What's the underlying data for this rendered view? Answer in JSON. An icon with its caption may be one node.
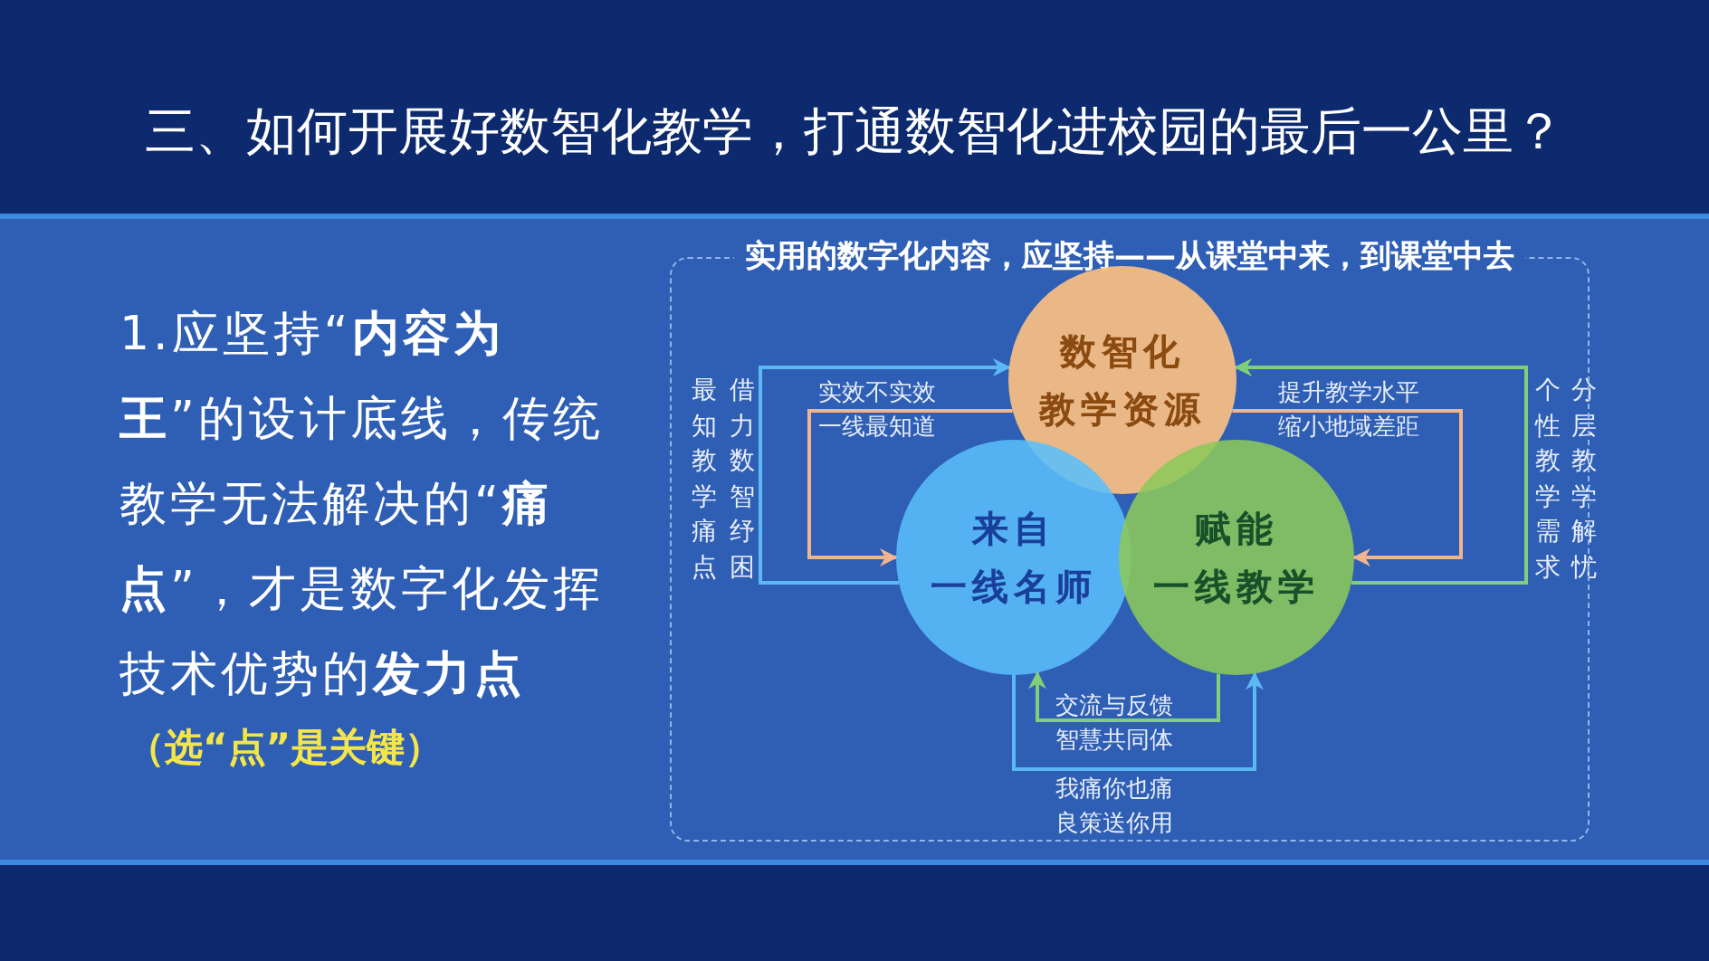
{
  "diagram": {
    "title": "三、如何开展好数智化教学，打通数智化进校园的最后一公里？",
    "nodes": [
      {
        "text": [
          "实用的数字化内容，应坚持——从课堂中来，到课堂中去"
        ]
      },
      {
        "text": [
          "数智化教学资源"
        ],
        "in": 0
      },
      {
        "text": [
          "来自一线名师"
        ],
        "in": 0
      },
      {
        "text": [
          "赋能一线教学"
        ],
        "in": 0
      }
    ],
    "edges": [
      {
        "from": 2,
        "to": 1,
        "arrow": "to",
        "color": "#5cb8f2"
      },
      {
        "from": 1,
        "to": 2,
        "arrow": "to",
        "color": "#f2b48c",
        "label": "实效不实效一线最知道"
      },
      {
        "from": 3,
        "to": 1,
        "arrow": "to",
        "color": "#7fcf7a"
      },
      {
        "from": 1,
        "to": 3,
        "arrow": "to",
        "color": "#f2b48c",
        "label": "提升教学水平缩小地域差距"
      },
      {
        "from": 3,
        "to": 2,
        "arrow": "to",
        "color": "#7fcf7a",
        "label": "交流与反馈智慧共同体"
      },
      {
        "from": 2,
        "to": 3,
        "arrow": "to",
        "color": "#5cb8f2",
        "label": "我痛你也痛良策送你用"
      }
    ],
    "labels": [
      "1.应坚持“**内容为王**”的设计底线，传统教学无法解决的“**痛点**”，才是数字化发挥技术优势的**发力点**",
      "（选“点”是关键）",
      "借力数智纾困",
      "最知教学痛点",
      "分层教学解忧",
      "个性教学需求"
    ]
  }
}
